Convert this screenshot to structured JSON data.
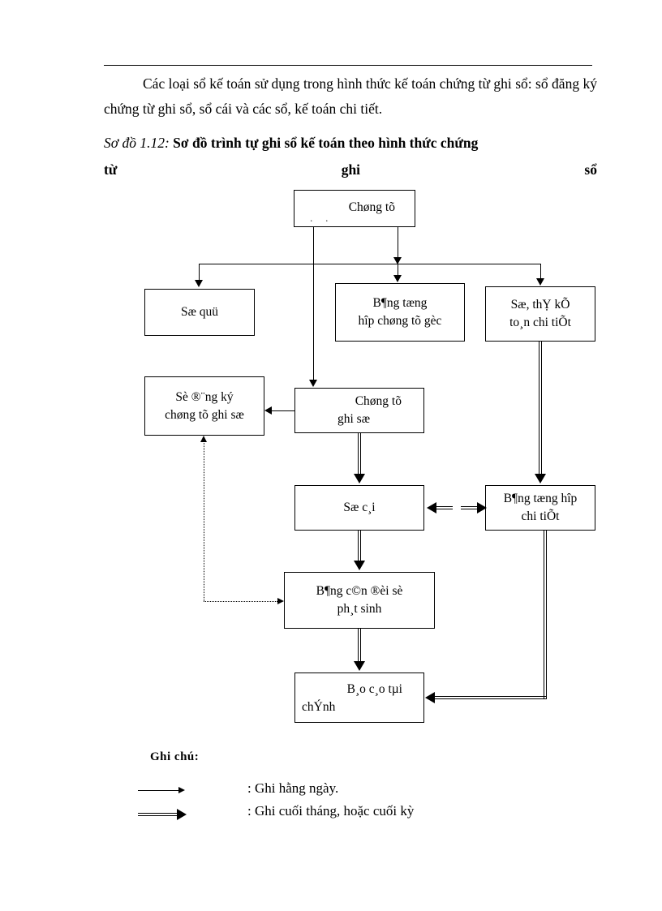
{
  "document": {
    "paragraph_line1_indent": "Các loại sổ kế toán sử dụng trong hình thức kế toán chứng từ ghi",
    "paragraph_line2": "sổ: sổ đăng ký chứng từ ghi sổ, sổ cái và các sổ, kế toán chi tiết.",
    "caption_label": "Sơ đồ 1.12:",
    "caption_title": "Sơ đồ trình tự ghi sổ kế toán theo hình thức chứng",
    "caption_line2_left": "từ",
    "caption_line2_mid": "ghi",
    "caption_line2_right": "sổ"
  },
  "diagram": {
    "boxes": {
      "chung_tu": {
        "line1": "Chøng tõ",
        "line2": ". ."
      },
      "so_quy": {
        "line1": "Sæ quü"
      },
      "bang_tong_hop_goc": {
        "line1": "B¶ng tæng",
        "line2": "hîp chøng tõ gèc"
      },
      "so_the_ke_toan": {
        "line1": "Sæ, thỴ kÕ",
        "line2": "to¸n chi tiÕt"
      },
      "so_dang_ky": {
        "line1": "Sè ®¨ng ký",
        "line2": "chøng tõ ghi sæ"
      },
      "chung_tu_ghi_so": {
        "line1": "Chøng tõ",
        "line2": "ghi sæ"
      },
      "so_cai": {
        "line1": "Sæ c¸i"
      },
      "bang_tong_hop_chi_tiet": {
        "line1": "B¶ng tæng hîp",
        "line2": "chi tiÕt"
      },
      "bang_can_doi": {
        "line1": "B¶ng c©n ®èi sè",
        "line2": "ph¸t sinh"
      },
      "bao_cao_tai_chinh": {
        "line1": "B¸o c¸o tµi",
        "line2": "chÝnh"
      }
    }
  },
  "legend": {
    "title": "Ghi chú:",
    "item_daily": ": Ghi hằng ngày.",
    "item_monthly": ": Ghi cuối tháng, hoặc cuối kỳ"
  }
}
